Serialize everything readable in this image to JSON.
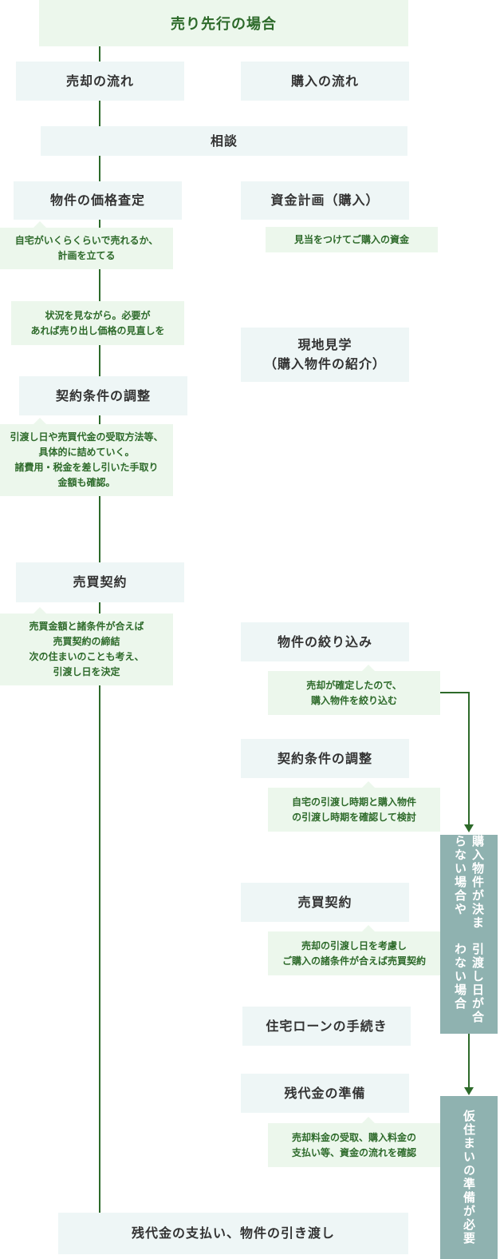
{
  "title": "売り先行の場合",
  "columns": {
    "sell": "売却の流れ",
    "buy": "購入の流れ"
  },
  "consult": "相談",
  "sell_flow": {
    "appraisal": "物件の価格査定",
    "appraisal_note": [
      "自宅がいくらくらいで売れるか、",
      "計画を立てる"
    ],
    "review_note": [
      "状況を見ながら。必要が",
      "あれば売り出し価格の見直しを"
    ],
    "terms": "契約条件の調整",
    "terms_note": [
      "引渡し日や売買代金の受取方法等、",
      "具体的に詰めていく。",
      "諸費用・税金を差し引いた手取り",
      "金額も確認。"
    ],
    "contract": "売買契約",
    "contract_note": [
      "売買金額と諸条件が合えば",
      "売買契約の締結",
      "次の住まいのことも考え、",
      "引渡し日を決定"
    ]
  },
  "buy_flow": {
    "funding": "資金計画（購入）",
    "funding_note": [
      "見当をつけてご購入の資金"
    ],
    "visit": [
      "現地見学",
      "（購入物件の紹介）"
    ],
    "narrow": "物件の絞り込み",
    "narrow_note": [
      "売却が確定したので、",
      "購入物件を絞り込む"
    ],
    "terms": "契約条件の調整",
    "terms_note": [
      "自宅の引渡し時期と購入物件",
      "の引渡し時期を確認して検討"
    ],
    "contract": "売買契約",
    "contract_note": [
      "売却の引渡し日を考慮し",
      "ご購入の諸条件が合えば売買契約"
    ],
    "loan": "住宅ローンの手続き",
    "balance_prep": "残代金の準備",
    "balance_note": [
      "売却料金の受取、購入料金の",
      "支払い等、資金の流れを確認"
    ]
  },
  "final": "残代金の支払い、物件の引き渡し",
  "side_notes": {
    "mismatch": [
      "購入物件が決まらない場合や",
      "引渡し日が合わない場合"
    ],
    "temporary": "仮住まいの準備が必要"
  }
}
